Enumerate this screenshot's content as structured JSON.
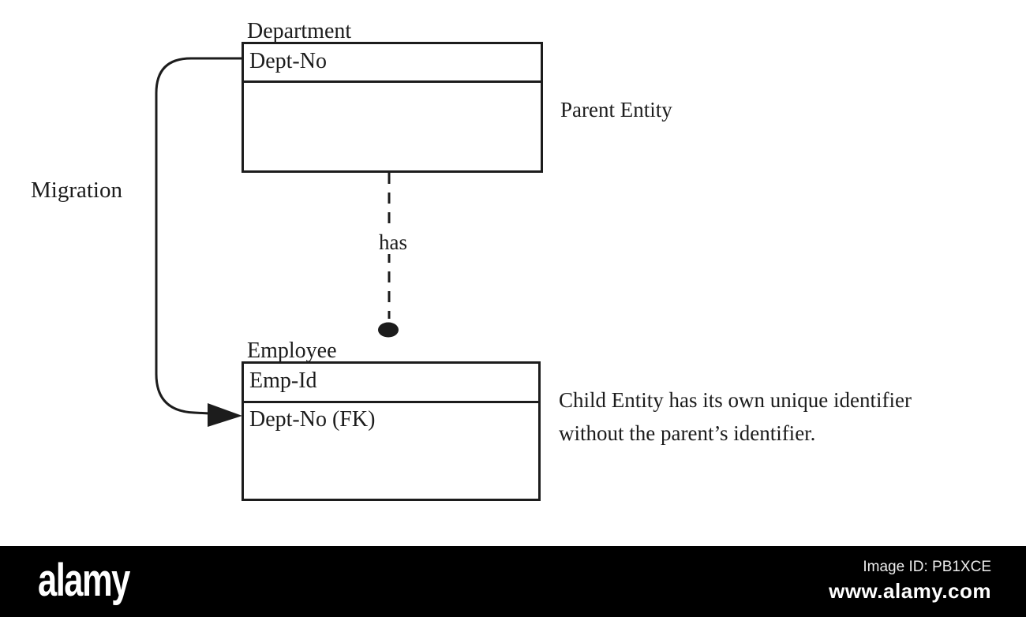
{
  "diagram": {
    "migration_label": "Migration",
    "relationship_label": "has",
    "parent_note": "Parent Entity",
    "child_note_lines": [
      "Child Entity has its own unique identifier",
      "without the parent’s identifier."
    ],
    "parent_entity": {
      "title": "Department",
      "key_attribute": "Dept-No"
    },
    "child_entity": {
      "title": "Employee",
      "key_attribute": "Emp-Id",
      "fk_attribute": "Dept-No (FK)"
    }
  },
  "watermark": {
    "logo_text": "alamy",
    "image_id": "Image ID: PB1XCE",
    "site_url": "www.alamy.com",
    "bar_color": "#000000",
    "text_color": "#ffffff"
  },
  "colors": {
    "line": "#1c1c1c",
    "background": "#ffffff"
  }
}
